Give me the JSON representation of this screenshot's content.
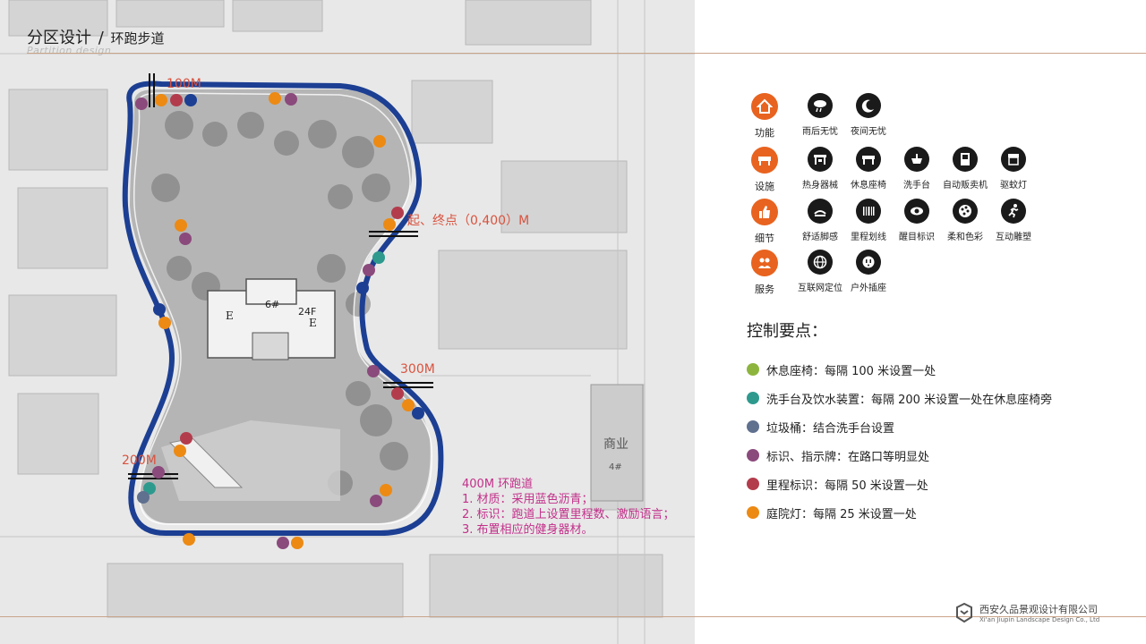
{
  "header": {
    "title": "分区设计",
    "slash": "/",
    "subtitle": "环跑步道",
    "english": "Partition design"
  },
  "map": {
    "markers": {
      "m100": "100M",
      "m200": "200M",
      "m300": "300M",
      "start": "起、终点（0,400）M"
    },
    "building_labels": {
      "b6": "6#",
      "b24f": "24F",
      "e1": "E",
      "e2": "E",
      "b4": "4#",
      "shangye": "商业"
    },
    "track_note": {
      "title": "400M 环跑道",
      "line1": "1. 材质：采用蓝色沥青；",
      "line2": "2. 标识：跑道上设置里程数、激励语言；",
      "line3": "3. 布置相应的健身器材。"
    }
  },
  "legend": {
    "rows": [
      {
        "category": {
          "label": "功能",
          "icon": "home-icon"
        },
        "items": [
          {
            "label": "雨后无忧",
            "icon": "rain-cloud-icon"
          },
          {
            "label": "夜间无忧",
            "icon": "moon-star-icon"
          }
        ]
      },
      {
        "category": {
          "label": "设施",
          "icon": "bench-icon"
        },
        "items": [
          {
            "label": "热身器械",
            "icon": "fitness-equipment-icon"
          },
          {
            "label": "休息座椅",
            "icon": "rest-bench-icon"
          },
          {
            "label": "洗手台",
            "icon": "wash-basin-icon"
          },
          {
            "label": "自动贩卖机",
            "icon": "vending-machine-icon"
          },
          {
            "label": "驱蚊灯",
            "icon": "mosquito-lamp-icon"
          }
        ]
      },
      {
        "category": {
          "label": "细节",
          "icon": "thumbs-up-icon"
        },
        "items": [
          {
            "label": "舒适脚感",
            "icon": "comfort-feet-icon"
          },
          {
            "label": "里程划线",
            "icon": "mileage-barcode-icon"
          },
          {
            "label": "醒目标识",
            "icon": "eye-icon"
          },
          {
            "label": "柔和色彩",
            "icon": "palette-icon"
          },
          {
            "label": "互动雕塑",
            "icon": "running-person-icon"
          }
        ]
      },
      {
        "category": {
          "label": "服务",
          "icon": "people-icon"
        },
        "items": [
          {
            "label": "互联网定位",
            "icon": "globe-icon"
          },
          {
            "label": "户外插座",
            "icon": "power-socket-icon"
          }
        ]
      }
    ]
  },
  "control": {
    "title": "控制要点：",
    "items": [
      {
        "color": "#8db53e",
        "text": "休息座椅：每隔 100 米设置一处"
      },
      {
        "color": "#2e9a8e",
        "text": "洗手台及饮水装置：每隔 200 米设置一处在休息座椅旁"
      },
      {
        "color": "#60708f",
        "text": "垃圾桶：结合洗手台设置"
      },
      {
        "color": "#8b4a7c",
        "text": "标识、指示牌：在路口等明显处"
      },
      {
        "color": "#b33c4c",
        "text": "里程标识：每隔 50 米设置一处"
      },
      {
        "color": "#ec8a14",
        "text": "庭院灯：每隔 25 米设置一处"
      }
    ]
  },
  "company": {
    "name_cn": "西安久品景观设计有限公司",
    "name_en": "Xi'an Jiupin Landscape Design Co., Ltd"
  },
  "colors": {
    "track": "#1c3f93",
    "accent_orange": "#e8631f",
    "rule": "#c9a48a",
    "note": "#c2308a",
    "marker": "#d9533f"
  }
}
